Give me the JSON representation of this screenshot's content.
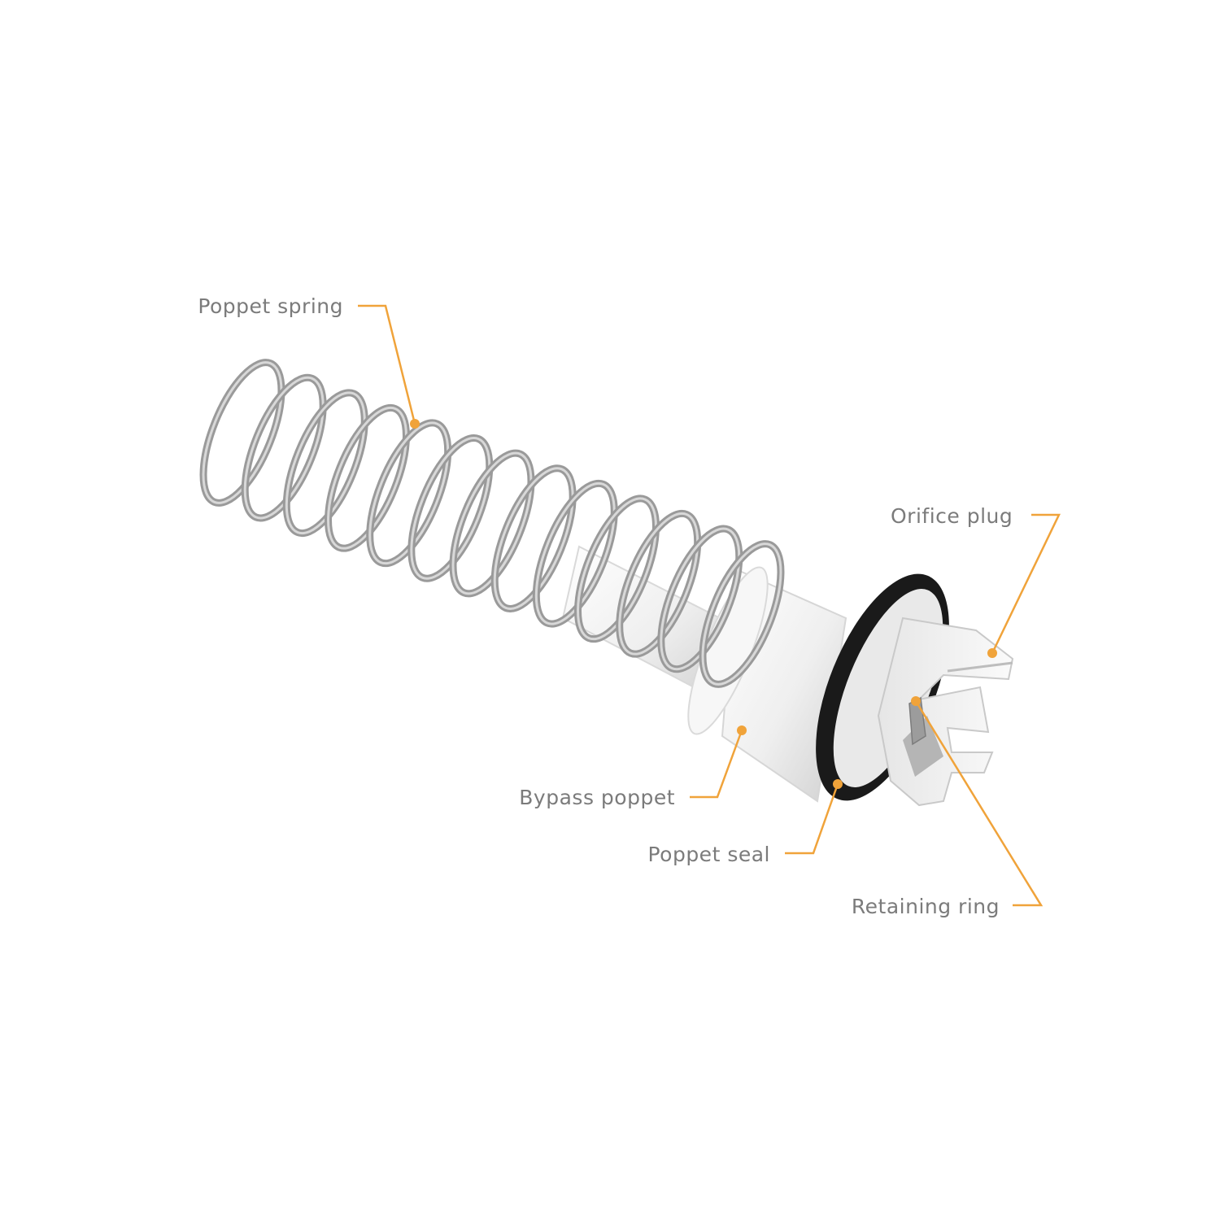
{
  "diagram": {
    "leader_color": "#f0a33a",
    "label_color": "#7b7b7b",
    "callouts": {
      "poppet_spring": "Poppet spring",
      "orifice_plug": "Orifice plug",
      "bypass_poppet": "Bypass poppet",
      "poppet_seal": "Poppet seal",
      "retaining_ring": "Retaining ring"
    },
    "parts": {
      "spring_color": "#9a9a9a",
      "poppet_color": "#f2f2f2",
      "seal_color": "#1a1a1a"
    }
  }
}
